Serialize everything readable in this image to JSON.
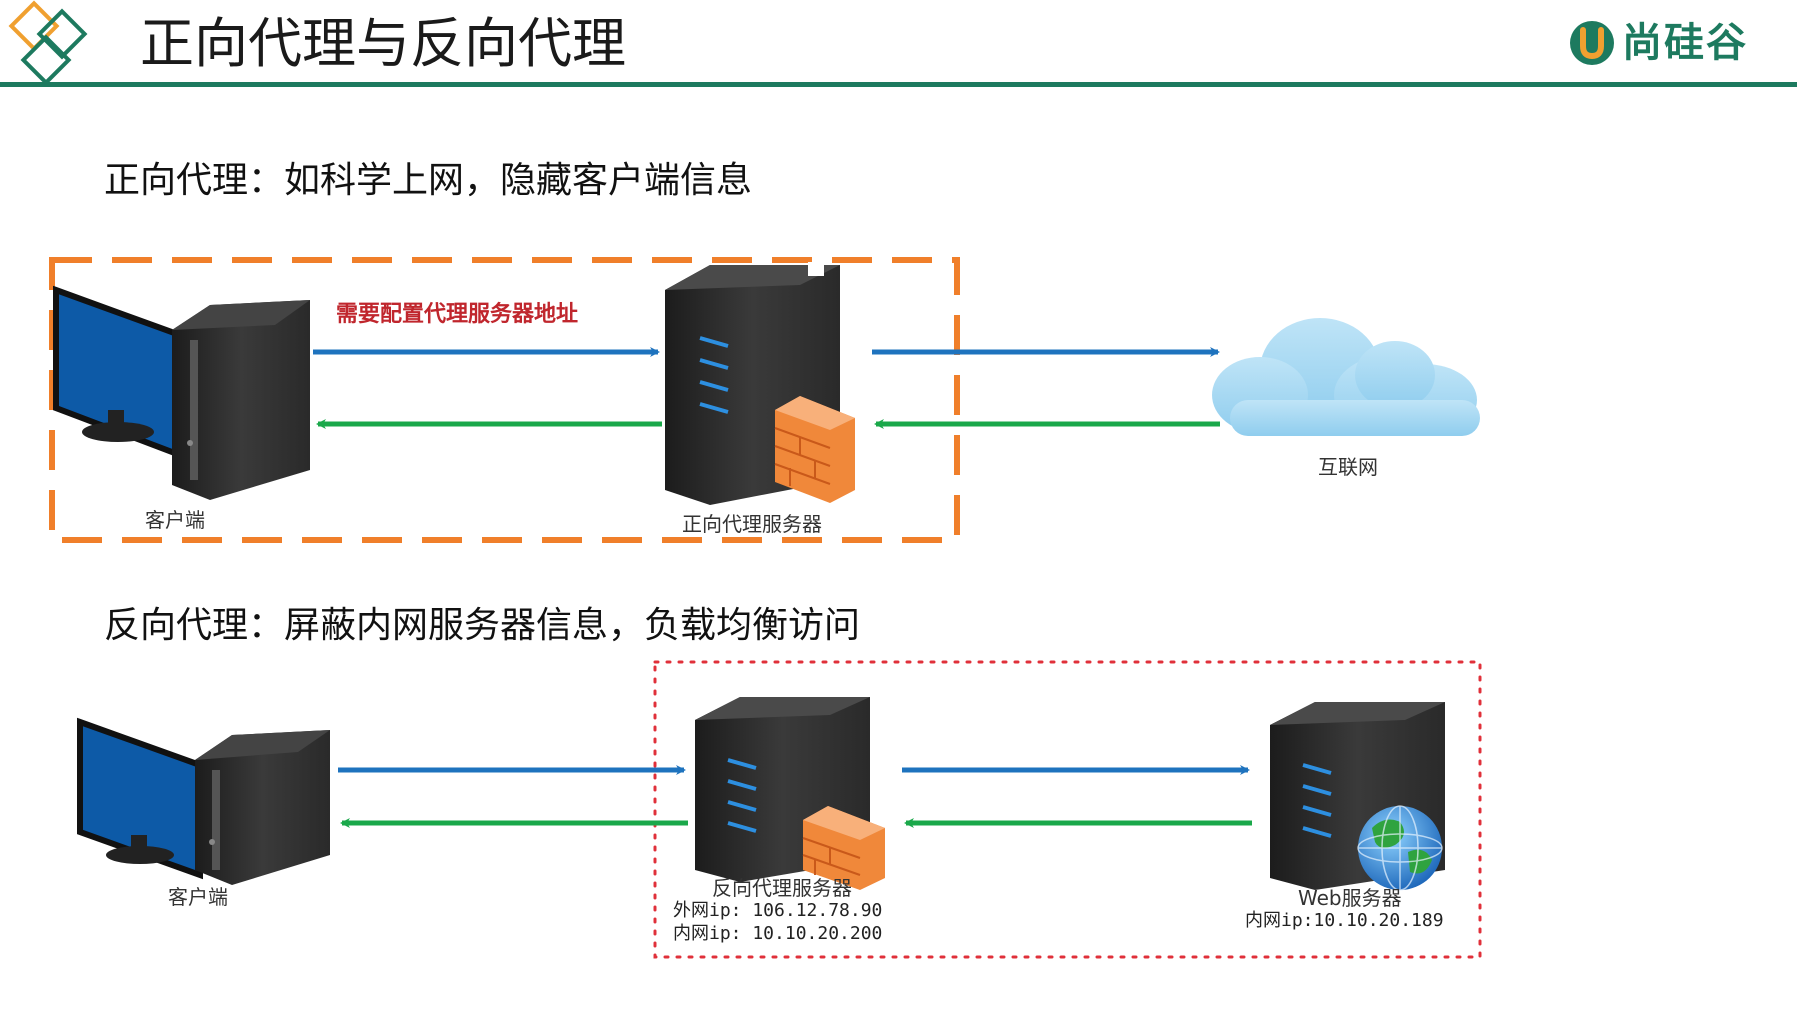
{
  "slide": {
    "title": "正向代理与反向代理",
    "brand": "尚硅谷"
  },
  "forward_section": {
    "title": "正向代理：如科学上网，隐藏客户端信息",
    "client_label": "客户端",
    "proxy_label": "正向代理服务器",
    "note": "需要配置代理服务器地址",
    "internet_label": "互联网"
  },
  "reverse_section": {
    "title": "反向代理：屏蔽内网服务器信息，负载均衡访问",
    "client_label": "客户端",
    "proxy_label": "反向代理服务器",
    "proxy_external_ip": "外网ip: 106.12.78.90",
    "proxy_internal_ip": "内网ip: 10.10.20.200",
    "web_label": "Web服务器",
    "web_internal_ip": "内网ip:10.10.20.189"
  },
  "colors": {
    "accent_green": "#1d7a5f",
    "logo_orange": "#f0a030",
    "dashed_orange": "#f07f2a",
    "dotted_red": "#e0303a",
    "arrow_blue": "#1e73be",
    "arrow_green": "#1aa84a",
    "monitor_blue": "#0d5aa7",
    "note_red": "#c0262d"
  }
}
